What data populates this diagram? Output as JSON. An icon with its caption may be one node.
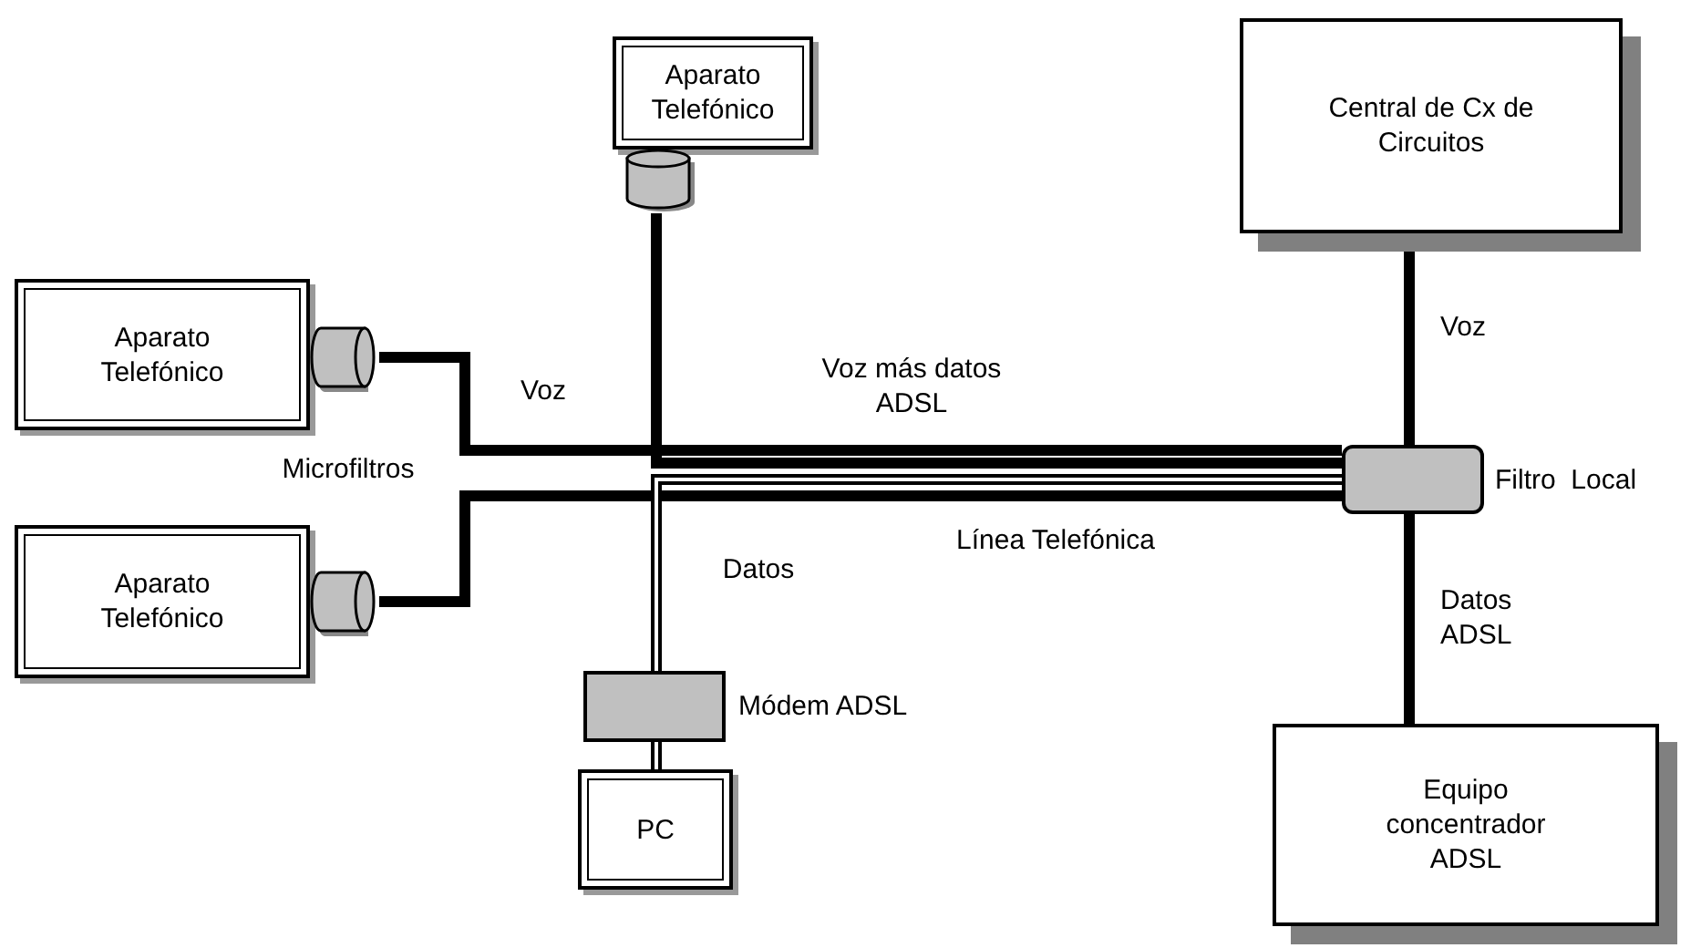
{
  "diagram": {
    "nodes": [
      {
        "text": [
          "Aparato Telefónico"
        ]
      },
      {
        "text": [
          "Aparato Telefónico"
        ]
      },
      {
        "text": [
          "Aparato Telefónico"
        ]
      },
      {
        "text": [],
        "shape": "cylinder"
      },
      {
        "text": [],
        "shape": "cylinder"
      },
      {
        "text": [],
        "shape": "cylinder"
      },
      {
        "text": [],
        "shape": "box",
        "beside": [
          "Módem ADSL"
        ]
      },
      {
        "text": [
          "PC"
        ]
      },
      {
        "text": [
          "Central de Cx de Circuitos"
        ]
      },
      {
        "text": [],
        "shape": "box",
        "beside": [
          "Filtro  Local"
        ]
      },
      {
        "text": [
          "Equipo concentrador ADSL"
        ]
      }
    ],
    "edges": [
      {
        "from": 3,
        "to": 9,
        "arrow": "none"
      },
      {
        "from": 4,
        "to": 9,
        "arrow": "none"
      },
      {
        "from": 5,
        "to": 9,
        "arrow": "none"
      },
      {
        "from": 6,
        "to": 9,
        "arrow": "none"
      },
      {
        "from": 7,
        "to": 6,
        "arrow": "none"
      },
      {
        "from": 8,
        "to": 9,
        "arrow": "none",
        "label": "Voz"
      },
      {
        "from": 9,
        "to": 10,
        "arrow": "none",
        "label": "Datos ADSL"
      }
    ],
    "labels": [
      "Voz",
      "Voz más datos ADSL",
      "Microfiltros",
      "Línea Telefónica",
      "Datos"
    ]
  }
}
